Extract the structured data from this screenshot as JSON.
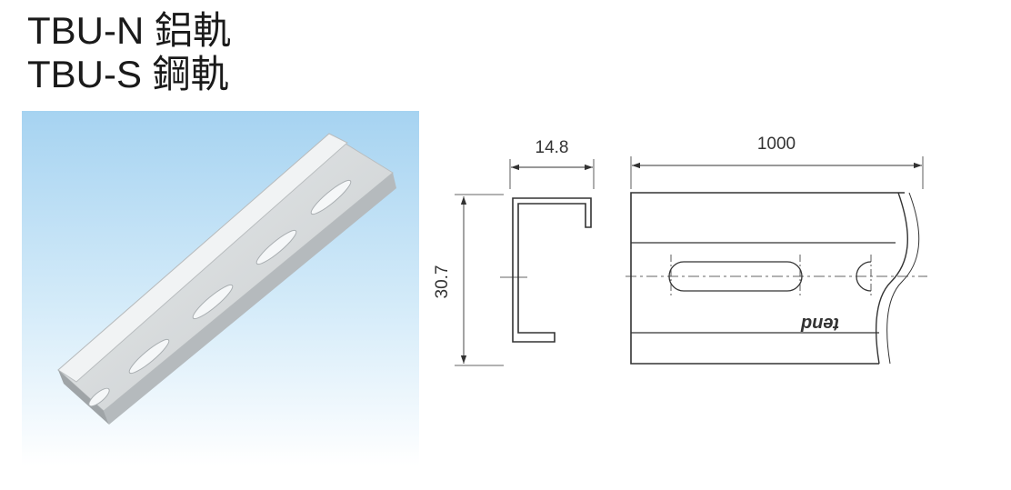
{
  "titles": {
    "line1": "TBU-N 鋁軌",
    "line2": "TBU-S 鋼軌"
  },
  "dimensions": {
    "width": "14.8",
    "height": "30.7",
    "length": "1000"
  },
  "brand_mark": "tend",
  "colors": {
    "photo_sky_top": "#a6d3f1",
    "photo_sky_bottom": "#ffffff",
    "rail": "#d7dadb",
    "line": "#333333"
  }
}
